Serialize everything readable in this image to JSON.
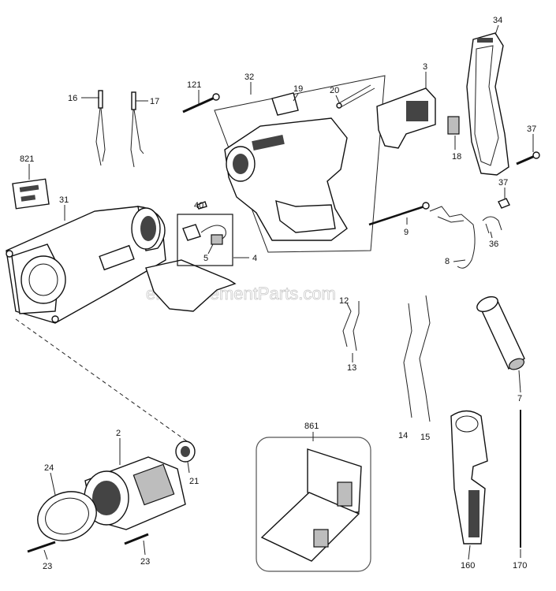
{
  "watermark": "eReplacementParts.com",
  "labels": {
    "p2": "2",
    "p3": "3",
    "p4": "4",
    "p5": "5",
    "p7": "7",
    "p8": "8",
    "p9": "9",
    "p12": "12",
    "p13": "13",
    "p14": "14",
    "p15": "15",
    "p16": "16",
    "p17": "17",
    "p18": "18",
    "p19": "19",
    "p20": "20",
    "p21": "21",
    "p23a": "23",
    "p23b": "23",
    "p24": "24",
    "p31": "31",
    "p32": "32",
    "p34": "34",
    "p36": "36",
    "p37a": "37",
    "p37b": "37",
    "p40": "40",
    "p121": "121",
    "p160": "160",
    "p170": "170",
    "p821": "821",
    "p861": "861"
  }
}
